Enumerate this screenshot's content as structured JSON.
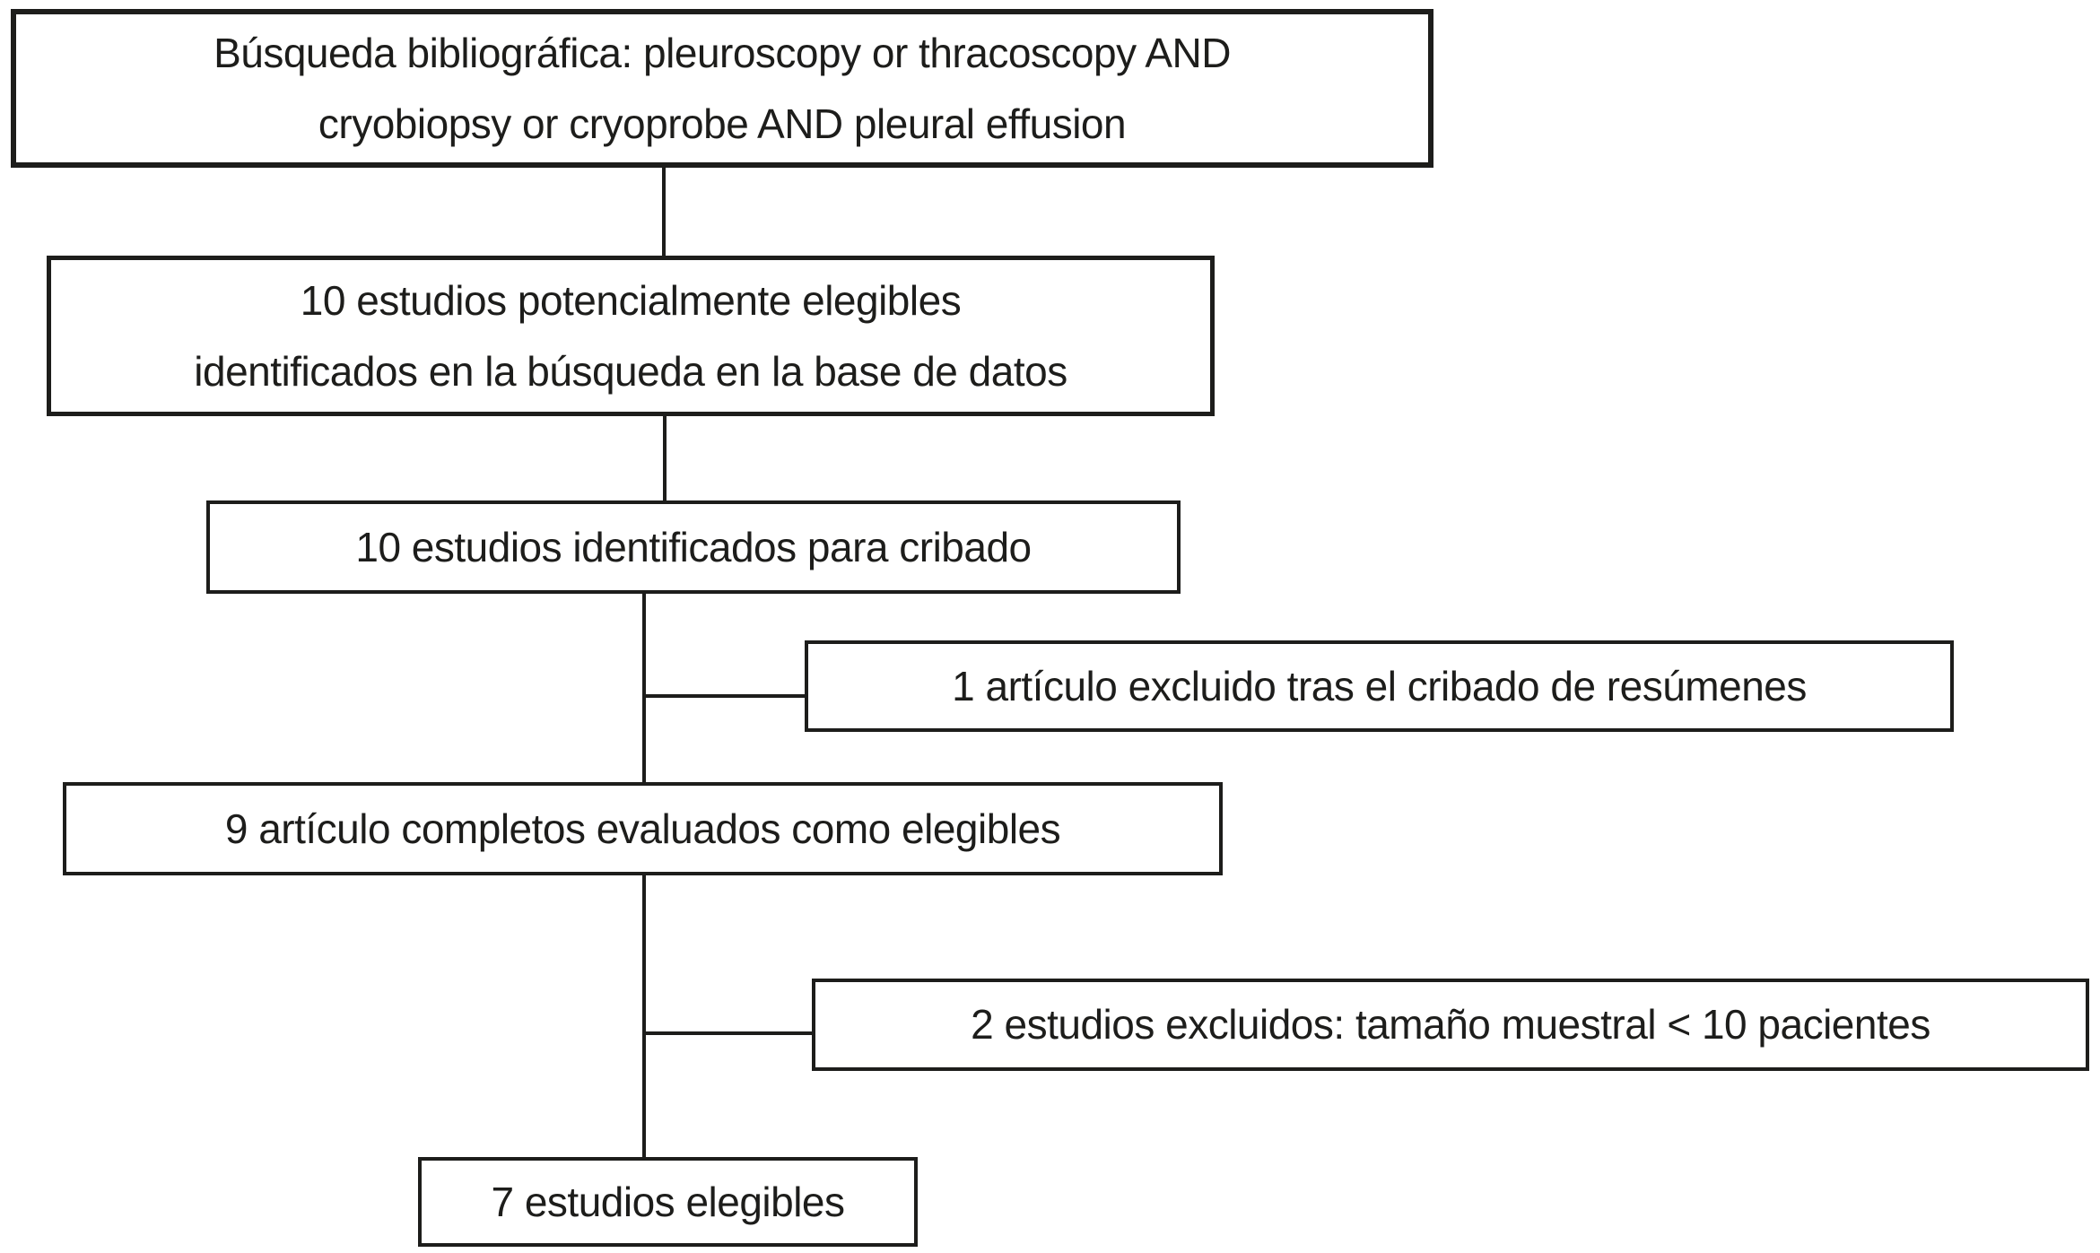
{
  "flowchart": {
    "search_box": {
      "line1": "Búsqueda bibliográfica: pleuroscopy or thracoscopy AND",
      "line2": "cryobiopsy or cryoprobe AND pleural effusion"
    },
    "identified_box": {
      "line1": "10 estudios potencialmente elegibles",
      "line2": "identificados en la búsqueda en la base de datos"
    },
    "screening_box": {
      "text": "10 estudios identificados para cribado"
    },
    "excluded_abstract_box": {
      "text": "1 artículo excluido tras el cribado de resúmenes"
    },
    "fulltext_box": {
      "text": "9 artículo completos evaluados como elegibles"
    },
    "excluded_sample_box": {
      "text": "2 estudios excluidos: tamaño muestral < 10 pacientes"
    },
    "eligible_box": {
      "text": "7 estudios elegibles"
    }
  }
}
